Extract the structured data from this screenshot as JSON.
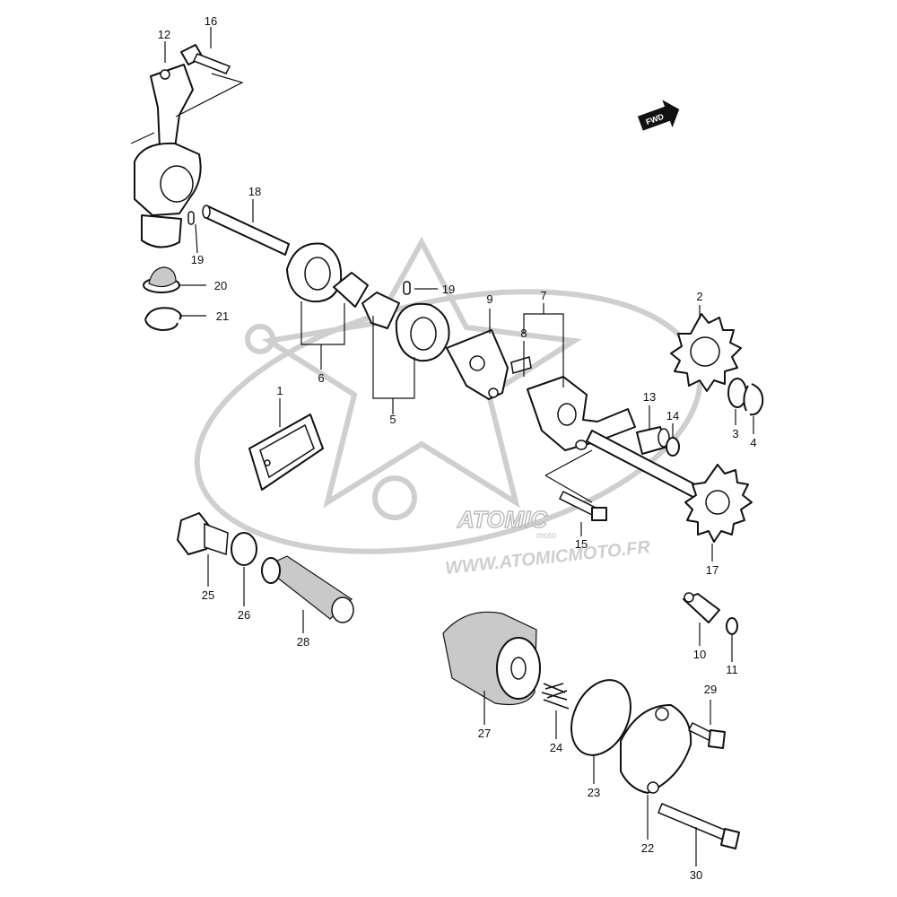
{
  "fwd_badge": "FWD",
  "watermark": {
    "logo": "ATOMIC",
    "sub": "moto",
    "url": "WWW.ATOMICMOTO.FR"
  },
  "callouts": {
    "c1": "1",
    "c2": "2",
    "c3": "3",
    "c4": "4",
    "c5": "5",
    "c6": "6",
    "c7": "7",
    "c8": "8",
    "c9": "9",
    "c10": "10",
    "c11": "11",
    "c12": "12",
    "c13": "13",
    "c14": "14",
    "c15": "15",
    "c16": "16",
    "c17": "17",
    "c18": "18",
    "c19a": "19",
    "c19b": "19",
    "c20": "20",
    "c21": "21",
    "c22": "22",
    "c23": "23",
    "c24": "24",
    "c25": "25",
    "c26": "26",
    "c27": "27",
    "c28": "28",
    "c29": "29",
    "c30": "30"
  }
}
